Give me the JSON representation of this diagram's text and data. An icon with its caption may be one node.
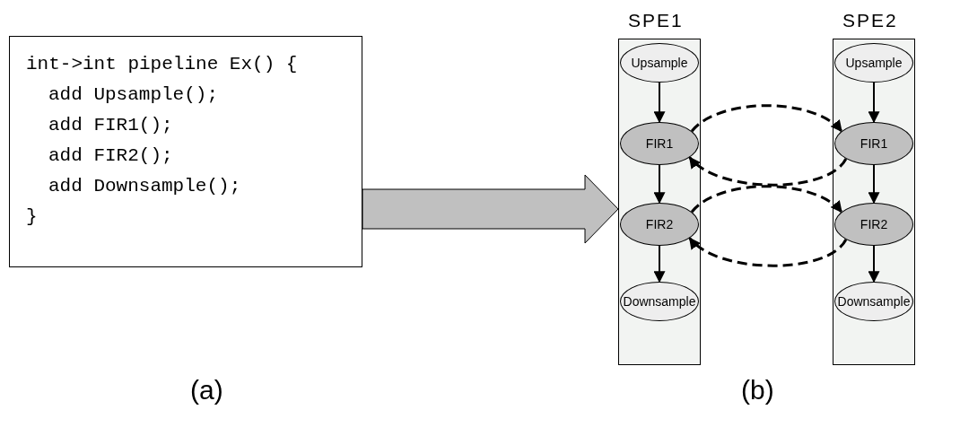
{
  "diagram": {
    "nodes": [
      {
        "text": [
          "int->int pipeline Ex() {",
          "add Upsample();",
          "add FIR1();",
          "add FIR2();",
          "add Downsample();",
          "}"
        ]
      },
      {
        "text": [
          "SPE1"
        ]
      },
      {
        "text": [
          "Upsample"
        ],
        "in": 1
      },
      {
        "text": [
          "FIR1"
        ],
        "in": 1
      },
      {
        "text": [
          "FIR2"
        ],
        "in": 1
      },
      {
        "text": [
          "Downsample"
        ],
        "in": 1
      },
      {
        "text": [
          "SPE2"
        ]
      },
      {
        "text": [
          "Upsample"
        ],
        "in": 6
      },
      {
        "text": [
          "FIR1"
        ],
        "in": 6
      },
      {
        "text": [
          "FIR2"
        ],
        "in": 6
      },
      {
        "text": [
          "Downsample"
        ],
        "in": 6
      }
    ],
    "edges": [
      {
        "from": 0,
        "to": 1,
        "arrow": "to",
        "style": "thick"
      },
      {
        "from": 2,
        "to": 3,
        "arrow": "to"
      },
      {
        "from": 3,
        "to": 4,
        "arrow": "to"
      },
      {
        "from": 4,
        "to": 5,
        "arrow": "to"
      },
      {
        "from": 7,
        "to": 8,
        "arrow": "to"
      },
      {
        "from": 8,
        "to": 9,
        "arrow": "to"
      },
      {
        "from": 9,
        "to": 10,
        "arrow": "to"
      },
      {
        "from": 3,
        "to": 8,
        "arrow": "to",
        "style": "dashed"
      },
      {
        "from": 8,
        "to": 3,
        "arrow": "to",
        "style": "dashed"
      },
      {
        "from": 4,
        "to": 9,
        "arrow": "to",
        "style": "dashed"
      },
      {
        "from": 9,
        "to": 4,
        "arrow": "to",
        "style": "dashed"
      }
    ],
    "labels": [
      "(a)",
      "(b)"
    ]
  }
}
